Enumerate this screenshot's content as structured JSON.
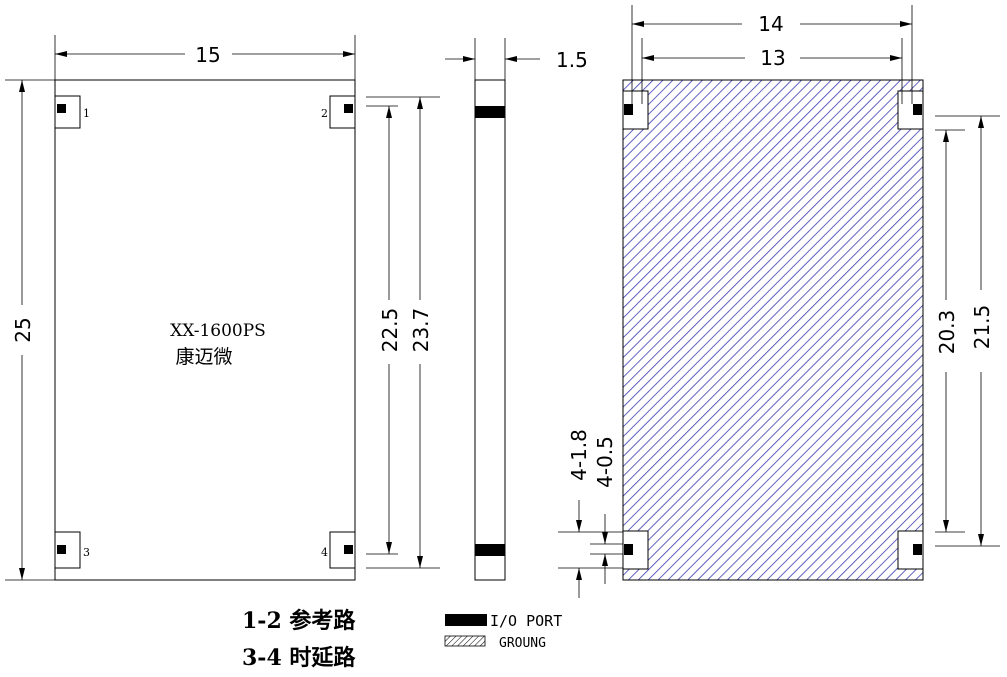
{
  "front_view": {
    "width_dim": "15",
    "height_dim": "25",
    "port_labels": [
      "1",
      "2",
      "3",
      "4"
    ],
    "model": "XX-1600PS",
    "brand": "康迈微",
    "dim_22_5": "22.5",
    "dim_23_7": "23.7"
  },
  "side_view": {
    "thickness_dim": "1.5"
  },
  "back_view": {
    "width_outer_dim": "14",
    "width_inner_dim": "13",
    "dim_20_3": "20.3",
    "dim_21_5": "21.5",
    "pad_count_size_1": "4-1.8",
    "pad_count_size_2": "4-0.5"
  },
  "notes": {
    "line1": "1-2 参考路",
    "line2": "3-4 时延路"
  },
  "legend": {
    "io_label": "I/O  PORT",
    "ground_label": "GROUNG"
  },
  "colors": {
    "hatch": "#3b3bb0",
    "ink": "#000000"
  }
}
